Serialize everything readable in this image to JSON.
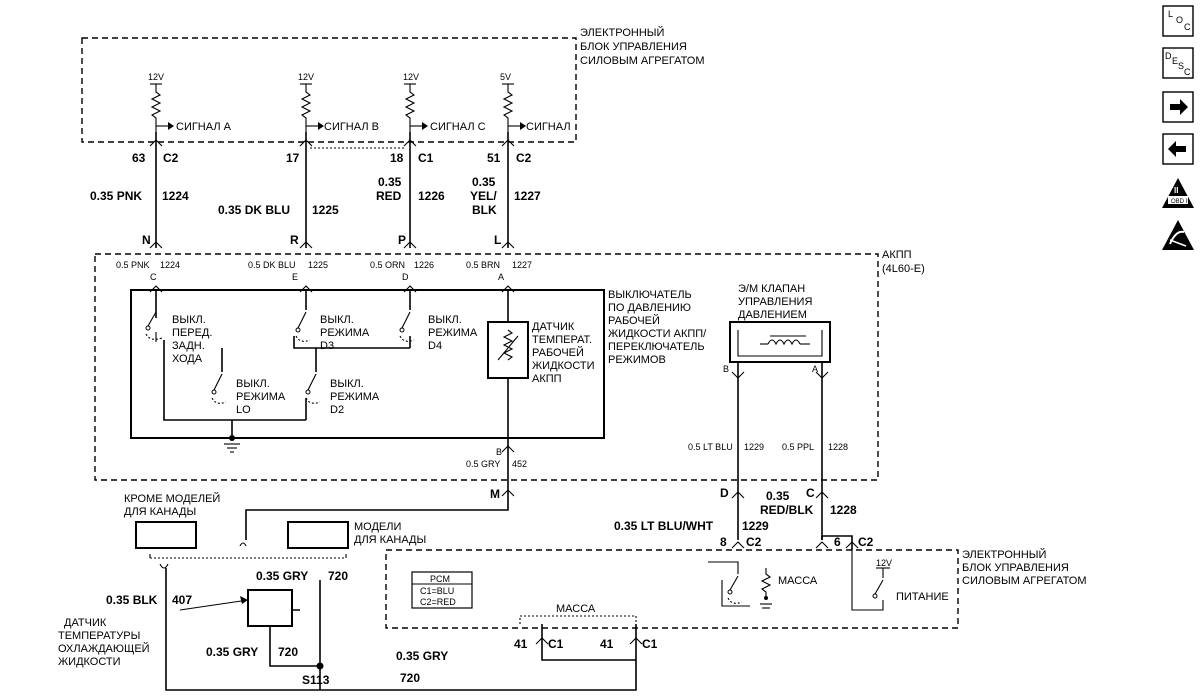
{
  "pcm_top": {
    "line1": "ЭЛЕКТРОННЫЙ",
    "line2": "БЛОК УПРАВЛЕНИЯ",
    "line3": "СИЛОВЫМ АГРЕГАТОМ"
  },
  "pcm_bottom": {
    "line1": "ЭЛЕКТРОННЫЙ",
    "line2": "БЛОК УПРАВЛЕНИЯ",
    "line3": "СИЛОВЫМ АГРЕГАТОМ"
  },
  "trans": {
    "line1": "АКПП",
    "line2": "(4L60-E)"
  },
  "signals": [
    {
      "volt": "12V",
      "label": "СИГНАЛ A",
      "pin": "63",
      "conn": "C2",
      "wire": "0.35 PNK",
      "circuit": "1224",
      "trans_pin": "N",
      "sub_wire": "0.5 PNK",
      "sub_circuit": "1224",
      "sub_pin": "C"
    },
    {
      "volt": "12V",
      "label": "СИГНАЛ B",
      "pin": "17",
      "conn": "",
      "wire": "0.35 DK BLU",
      "circuit": "1225",
      "trans_pin": "R",
      "sub_wire": "0.5 DK BLU",
      "sub_circuit": "1225",
      "sub_pin": "E"
    },
    {
      "volt": "12V",
      "label": "СИГНАЛ C",
      "pin": "18",
      "conn": "C1",
      "wire": "0.35",
      "wire2": "RED",
      "circuit": "1226",
      "trans_pin": "P",
      "sub_wire": "0.5 ORN",
      "sub_circuit": "1226",
      "sub_pin": "D"
    },
    {
      "volt": "5V",
      "label": "СИГНАЛ",
      "pin": "51",
      "conn": "C2",
      "wire": "0.35",
      "wire2": "YEL/",
      "wire3": "BLK",
      "circuit": "1227",
      "trans_pin": "L",
      "sub_wire": "0.5 BRN",
      "sub_circuit": "1227",
      "sub_pin": "A"
    }
  ],
  "switches": {
    "fwd_rev": [
      "ВЫКЛ.",
      "ПЕРЕД.",
      "ЗАДН.",
      "ХОДА"
    ],
    "d3": [
      "ВЫКЛ.",
      "РЕЖИМА",
      "D3"
    ],
    "d4": [
      "ВЫКЛ.",
      "РЕЖИМА",
      "D4"
    ],
    "lo": [
      "ВЫКЛ.",
      "РЕЖИМА",
      "LO"
    ],
    "d2": [
      "ВЫКЛ.",
      "РЕЖИМА",
      "D2"
    ],
    "temp_sensor": [
      "ДАТЧИК",
      "ТЕМПЕРАТ.",
      "РАБОЧЕЙ",
      "ЖИДКОСТИ",
      "АКПП"
    ],
    "pressure_switch": [
      "ВЫКЛЮЧАТЕЛЬ",
      "ПО ДАВЛЕНИЮ",
      "РАБОЧЕЙ",
      "ЖИДКОСТИ АКПП/",
      "ПЕРЕКЛЮЧАТЕЛЬ",
      "РЕЖИМОВ"
    ]
  },
  "solenoid": {
    "title": [
      "Э/М КЛАПАН",
      "УПРАВЛЕНИЯ",
      "ДАВЛЕНИЕМ"
    ],
    "pin_b": "B",
    "pin_a": "A",
    "wire_b": "0.5 LT BLU",
    "circuit_b": "1229",
    "wire_a": "0.5 PPL",
    "circuit_a": "1228",
    "pin_d": "D",
    "pin_c": "C",
    "red_blk_1": "0.35",
    "red_blk_2": "RED/BLK",
    "circuit_1228": "1228",
    "lt_blu_wht": "0.35 LT BLU/WHT",
    "circuit_1229": "1229",
    "pcm_pin_8": "8",
    "pcm_conn_8": "C2",
    "pcm_pin_6": "6",
    "pcm_conn_6": "C2"
  },
  "ground_trans": {
    "pin_b": "B",
    "wire": "0.5 GRY",
    "circuit": "452",
    "pin_m": "M"
  },
  "options": {
    "except_canada": [
      "КРОМЕ МОДЕЛЕЙ",
      "ДЛЯ КАНАДЫ"
    ],
    "canada": [
      "МОДЕЛИ",
      "ДЛЯ КАНАДЫ"
    ]
  },
  "ect": {
    "label": [
      "ДАТЧИК",
      "ТЕМПЕРАТУРЫ",
      "ОХЛАЖДАЮЩЕЙ",
      "ЖИДКОСТИ"
    ],
    "wire_blk": "0.35 BLK",
    "circuit_blk": "407",
    "wire_gry_top": "0.35 GRY",
    "circuit_gry_top": "720",
    "wire_gry_left": "0.35 GRY",
    "circuit_gry_left": "720",
    "wire_gry_bottom": "0.35 GRY",
    "circuit_gry_bottom": "720",
    "splice": "S113"
  },
  "pcm_legend": {
    "title": "PCM",
    "c1": "C1=BLU",
    "c2": "C2=RED"
  },
  "ground_pcm": {
    "label": "МАССА",
    "pin1": "41",
    "conn1": "C1",
    "pin2": "41",
    "conn2": "C1"
  },
  "pcm_internal": {
    "ground": "МАССА",
    "power": "ПИТАНИЕ",
    "volt": "12V"
  },
  "side_icons": [
    "loc-icon",
    "desc-icon",
    "arrow-right-icon",
    "arrow-left-icon",
    "obd-warning-icon",
    "esd-warning-icon"
  ],
  "loc_text": [
    "L",
    "O",
    "C"
  ],
  "desc_text": [
    "D",
    "E",
    "S",
    "C"
  ],
  "obd_text": "OBD II"
}
